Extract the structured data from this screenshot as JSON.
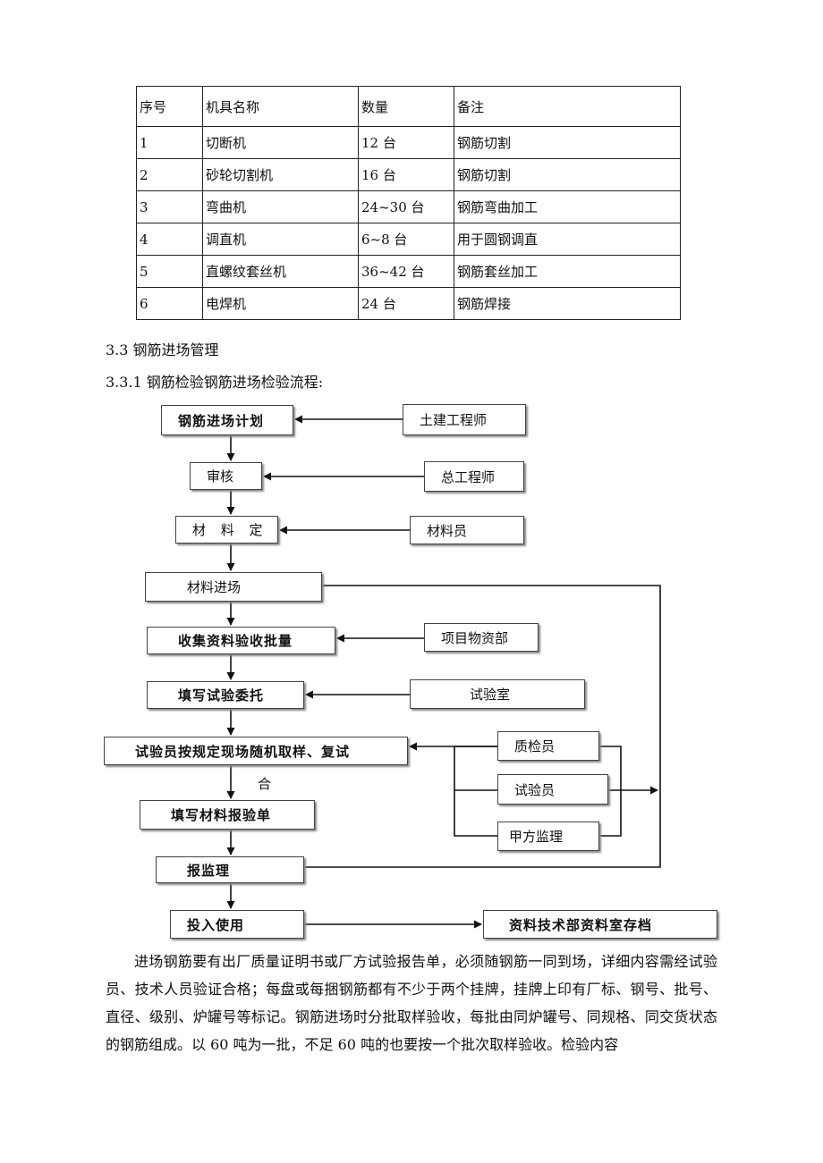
{
  "table": {
    "headers": [
      "序号",
      "机具名称",
      "数量",
      "备注"
    ],
    "rows": [
      [
        "1",
        "切断机",
        "12 台",
        "钢筋切割"
      ],
      [
        "2",
        "砂轮切割机",
        "16 台",
        "钢筋切割"
      ],
      [
        "3",
        "弯曲机",
        "24~30 台",
        "钢筋弯曲加工"
      ],
      [
        "4",
        "调直机",
        "6~8 台",
        "用于圆钢调直"
      ],
      [
        "5",
        "直螺纹套丝机",
        "36~42 台",
        "钢筋套丝加工"
      ],
      [
        "6",
        "电焊机",
        "24 台",
        "钢筋焊接"
      ]
    ]
  },
  "section": {
    "heading": "3.3 钢筋进场管理",
    "subheading": "3.3.1 钢筋检验钢筋进场检验流程:"
  },
  "flow": {
    "plan": "钢筋进场计划",
    "civil_engineer": "土建工程师",
    "review": "审核",
    "chief_engineer": "总工程师",
    "material_set": "材 料 定",
    "material_clerk": "材料员",
    "material_in": "材料进场",
    "collect": "收集资料验收批量",
    "project_dept": "项目物资部",
    "fill_commission": "填写试验委托",
    "lab": "试验室",
    "sampling": "试验员按规定现场随机取样、复试",
    "qc": "质检员",
    "tester": "试验员",
    "owner_supervisor": "甲方监理",
    "pass_label": "合",
    "fill_report": "填写材料报验单",
    "report_supervisor": "报监理",
    "use": "投入使用",
    "archive": "资料技术部资料室存档"
  },
  "paragraph": "进场钢筋要有出厂质量证明书或厂方试验报告单，必须随钢筋一同到场，详细内容需经试验员、技术人员验证合格；每盘或每捆钢筋都有不少于两个挂牌，挂牌上印有厂标、钢号、批号、直径、级别、炉罐号等标记。钢筋进场时分批取样验收，每批由同炉罐号、同规格、同交货状态的钢筋组成。以 60 吨为一批，不足 60 吨的也要按一个批次取样验收。检验内容"
}
